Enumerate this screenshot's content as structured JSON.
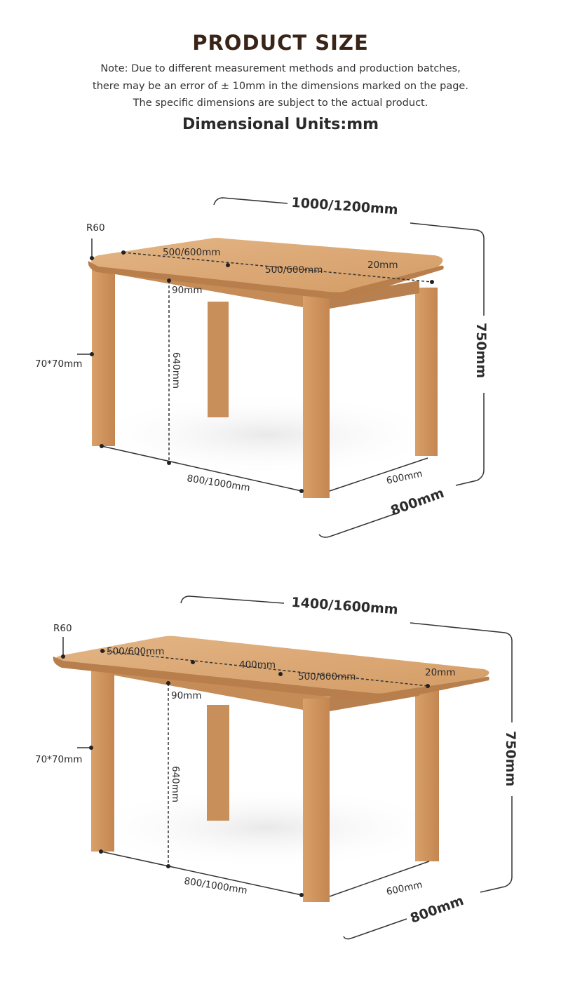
{
  "header": {
    "title": "PRODUCT SIZE",
    "note_lines": [
      "Note: Due to different measurement methods and production batches,",
      "there may be an error of ± 10mm in the dimensions marked on the page.",
      "The specific dimensions are subject to the actual product."
    ],
    "units": "Dimensional Units:mm"
  },
  "diagram_closed": {
    "overall_length": "1000/1200mm",
    "height": "750mm",
    "depth": "800mm",
    "corner_radius": "R60",
    "top_segment_left": "500/600mm",
    "top_segment_right": "500/600mm",
    "top_thickness": "20mm",
    "apron_height": "90mm",
    "leg_section": "70*70mm",
    "leg_height": "640mm",
    "leg_span_length": "800/1000mm",
    "leg_span_depth": "600mm"
  },
  "diagram_extended": {
    "overall_length": "1400/1600mm",
    "height": "750mm",
    "depth": "800mm",
    "corner_radius": "R60",
    "top_segment_left": "500/600mm",
    "top_segment_middle": "400mm",
    "top_segment_right": "500/600mm",
    "top_thickness": "20mm",
    "apron_height": "90mm",
    "leg_section": "70*70mm",
    "leg_height": "640mm",
    "leg_span_length": "800/1000mm",
    "leg_span_depth": "600mm"
  },
  "colors": {
    "wood_light": "#d9a471",
    "wood_mid": "#c98f5b",
    "wood_dark": "#b07646",
    "title_brown": "#3a2418",
    "line": "#333333"
  }
}
